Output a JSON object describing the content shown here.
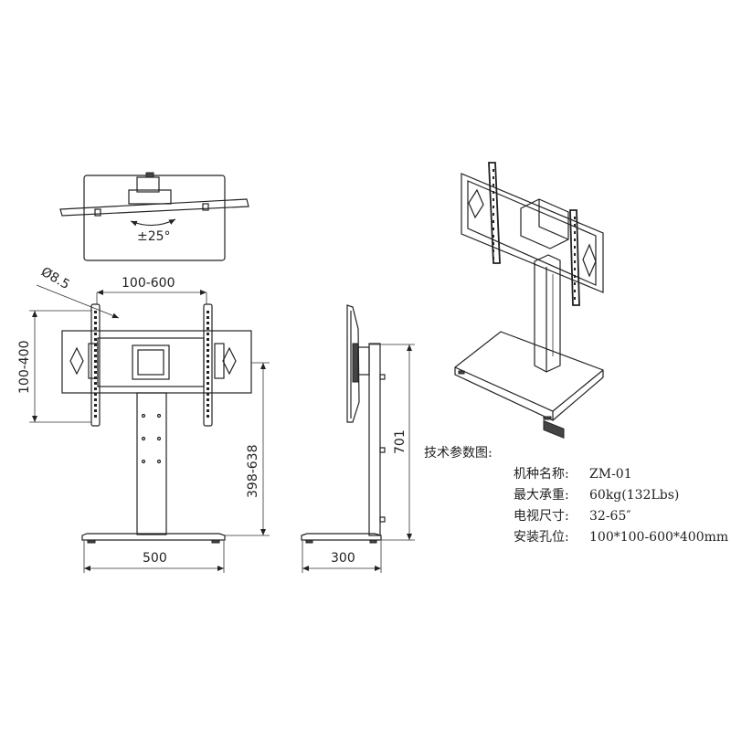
{
  "dimensions": {
    "rotation": "±25°",
    "hole_diameter": "Ø8.5",
    "horizontal_spacing": "100-600",
    "vertical_spacing": "100-400",
    "height_range": "398-638",
    "base_width": "500",
    "base_depth": "300",
    "total_height": "701"
  },
  "specs": {
    "heading": "技术参数图:",
    "rows": [
      {
        "label": "机种名称:",
        "value": "ZM-01"
      },
      {
        "label": "最大承重:",
        "value": "60kg(132Lbs)"
      },
      {
        "label": "电视尺寸:",
        "value": "32-65″"
      },
      {
        "label": "安装孔位:",
        "value": "100*100-600*400mm"
      }
    ]
  }
}
